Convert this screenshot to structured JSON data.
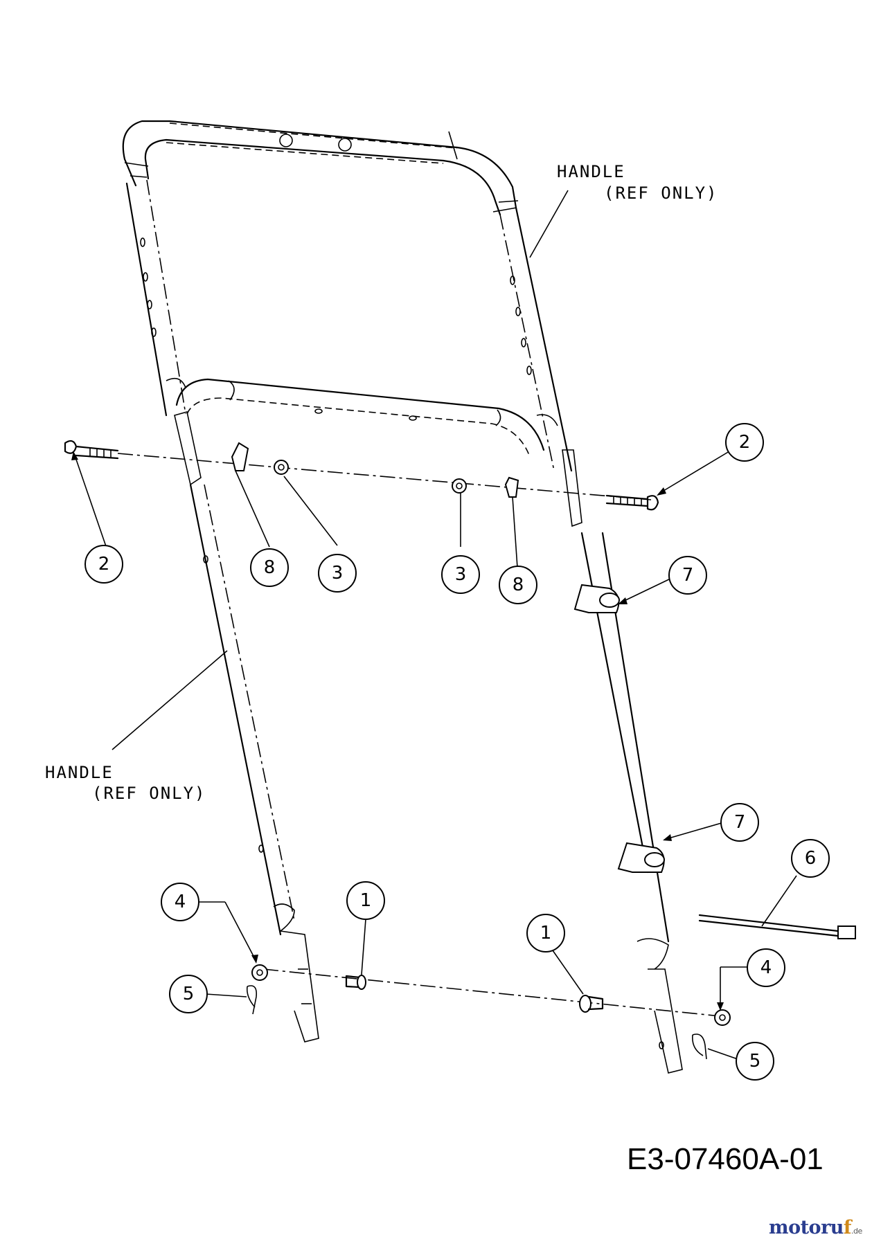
{
  "labels": {
    "handle_right": {
      "line1": "HANDLE",
      "line2": "(REF ONLY)"
    },
    "handle_left": {
      "line1": "HANDLE",
      "line2": "(REF ONLY)"
    }
  },
  "callouts": [
    "2",
    "2",
    "8",
    "3",
    "3",
    "8",
    "7",
    "7",
    "6",
    "4",
    "1",
    "1",
    "4",
    "5",
    "5"
  ],
  "drawing_number": "E3-07460A-01",
  "watermark": {
    "part1": "moto",
    "part2": "ru",
    "part3": "f",
    "suffix": ".de"
  }
}
